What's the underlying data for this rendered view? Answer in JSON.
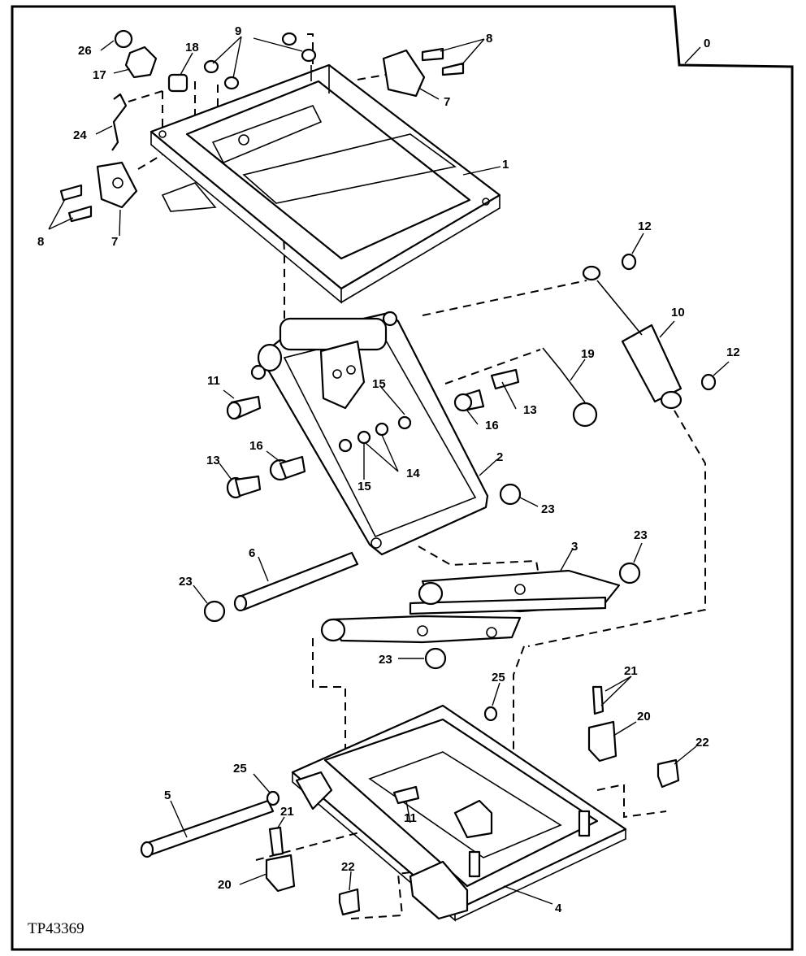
{
  "figure_id": "TP43369",
  "corner_label": "0",
  "callouts": [
    {
      "id": "c26",
      "text": "26"
    },
    {
      "id": "c17",
      "text": "17"
    },
    {
      "id": "c18",
      "text": "18"
    },
    {
      "id": "c9",
      "text": "9"
    },
    {
      "id": "c8a",
      "text": "8"
    },
    {
      "id": "c7a",
      "text": "7"
    },
    {
      "id": "c24",
      "text": "24"
    },
    {
      "id": "c1",
      "text": "1"
    },
    {
      "id": "c8b",
      "text": "8"
    },
    {
      "id": "c7b",
      "text": "7"
    },
    {
      "id": "c12a",
      "text": "12"
    },
    {
      "id": "c10",
      "text": "10"
    },
    {
      "id": "c12b",
      "text": "12"
    },
    {
      "id": "c19",
      "text": "19"
    },
    {
      "id": "c11a",
      "text": "11"
    },
    {
      "id": "c15a",
      "text": "15"
    },
    {
      "id": "c16a",
      "text": "16"
    },
    {
      "id": "c13a",
      "text": "13"
    },
    {
      "id": "c16b",
      "text": "16"
    },
    {
      "id": "c13b",
      "text": "13"
    },
    {
      "id": "c15b",
      "text": "15"
    },
    {
      "id": "c14",
      "text": "14"
    },
    {
      "id": "c2",
      "text": "2"
    },
    {
      "id": "c23a",
      "text": "23"
    },
    {
      "id": "c6",
      "text": "6"
    },
    {
      "id": "c23b",
      "text": "23"
    },
    {
      "id": "c3",
      "text": "3"
    },
    {
      "id": "c23c",
      "text": "23"
    },
    {
      "id": "c23d",
      "text": "23"
    },
    {
      "id": "c25a",
      "text": "25"
    },
    {
      "id": "c21a",
      "text": "21"
    },
    {
      "id": "c20a",
      "text": "20"
    },
    {
      "id": "c22a",
      "text": "22"
    },
    {
      "id": "c25b",
      "text": "25"
    },
    {
      "id": "c5",
      "text": "5"
    },
    {
      "id": "c21b",
      "text": "21"
    },
    {
      "id": "c11b",
      "text": "11"
    },
    {
      "id": "c20b",
      "text": "20"
    },
    {
      "id": "c22b",
      "text": "22"
    },
    {
      "id": "c4",
      "text": "4"
    }
  ]
}
